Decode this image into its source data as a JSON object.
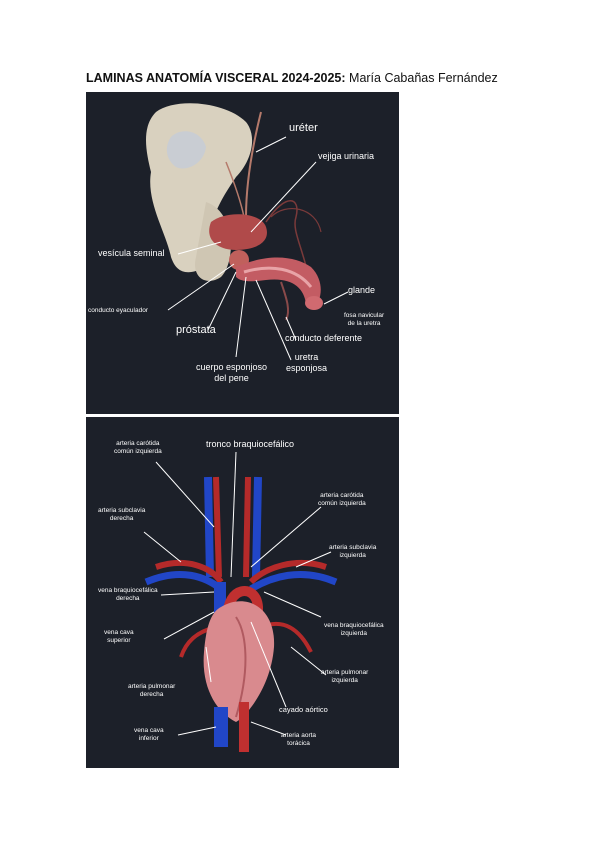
{
  "header": {
    "title_bold": "LAMINAS ANATOMÍA VISCERAL 2024-2025:",
    "author": "María Cabañas Fernández"
  },
  "figure1": {
    "labels": {
      "ureter": "uréter",
      "vejiga": "vejiga urinaria",
      "vesicula": "vesícula seminal",
      "glande": "glande",
      "conducto_eyaculador": "conducto eyaculador",
      "fosa_1": "fosa navicular",
      "fosa_2": "de la uretra",
      "prostata": "próstata",
      "conducto_deferente": "conducto deferente",
      "uretra_1": "uretra",
      "uretra_2": "esponjosa",
      "cuerpo_1": "cuerpo esponjoso",
      "cuerpo_2": "del pene"
    }
  },
  "figure2": {
    "labels": {
      "tronco": "tronco braquiocefálico",
      "acc_izq_1": "arteria carótida",
      "acc_izq_2": "común izquierda",
      "acc_der_1": "arteria carótida",
      "acc_der_2": "común izquierda",
      "subc_der_1": "arteria subclavia",
      "subc_der_2": "derecha",
      "subc_izq_1": "arteria subclavia",
      "subc_izq_2": "izquierda",
      "vbc_der_1": "vena braquiocefálica",
      "vbc_der_2": "derecha",
      "vbc_izq_1": "vena braquiocefálica",
      "vbc_izq_2": "izquierda",
      "vcs_1": "vena cava",
      "vcs_2": "superior",
      "ap_izq_1": "arteria pulmonar",
      "ap_izq_2": "izquierda",
      "ap_der_1": "arteria pulmonar",
      "ap_der_2": "derecha",
      "cayado": "cayado aórtico",
      "vci_1": "vena cava",
      "vci_2": "inferior",
      "aorta_1": "arteria aorta",
      "aorta_2": "torácica"
    }
  }
}
